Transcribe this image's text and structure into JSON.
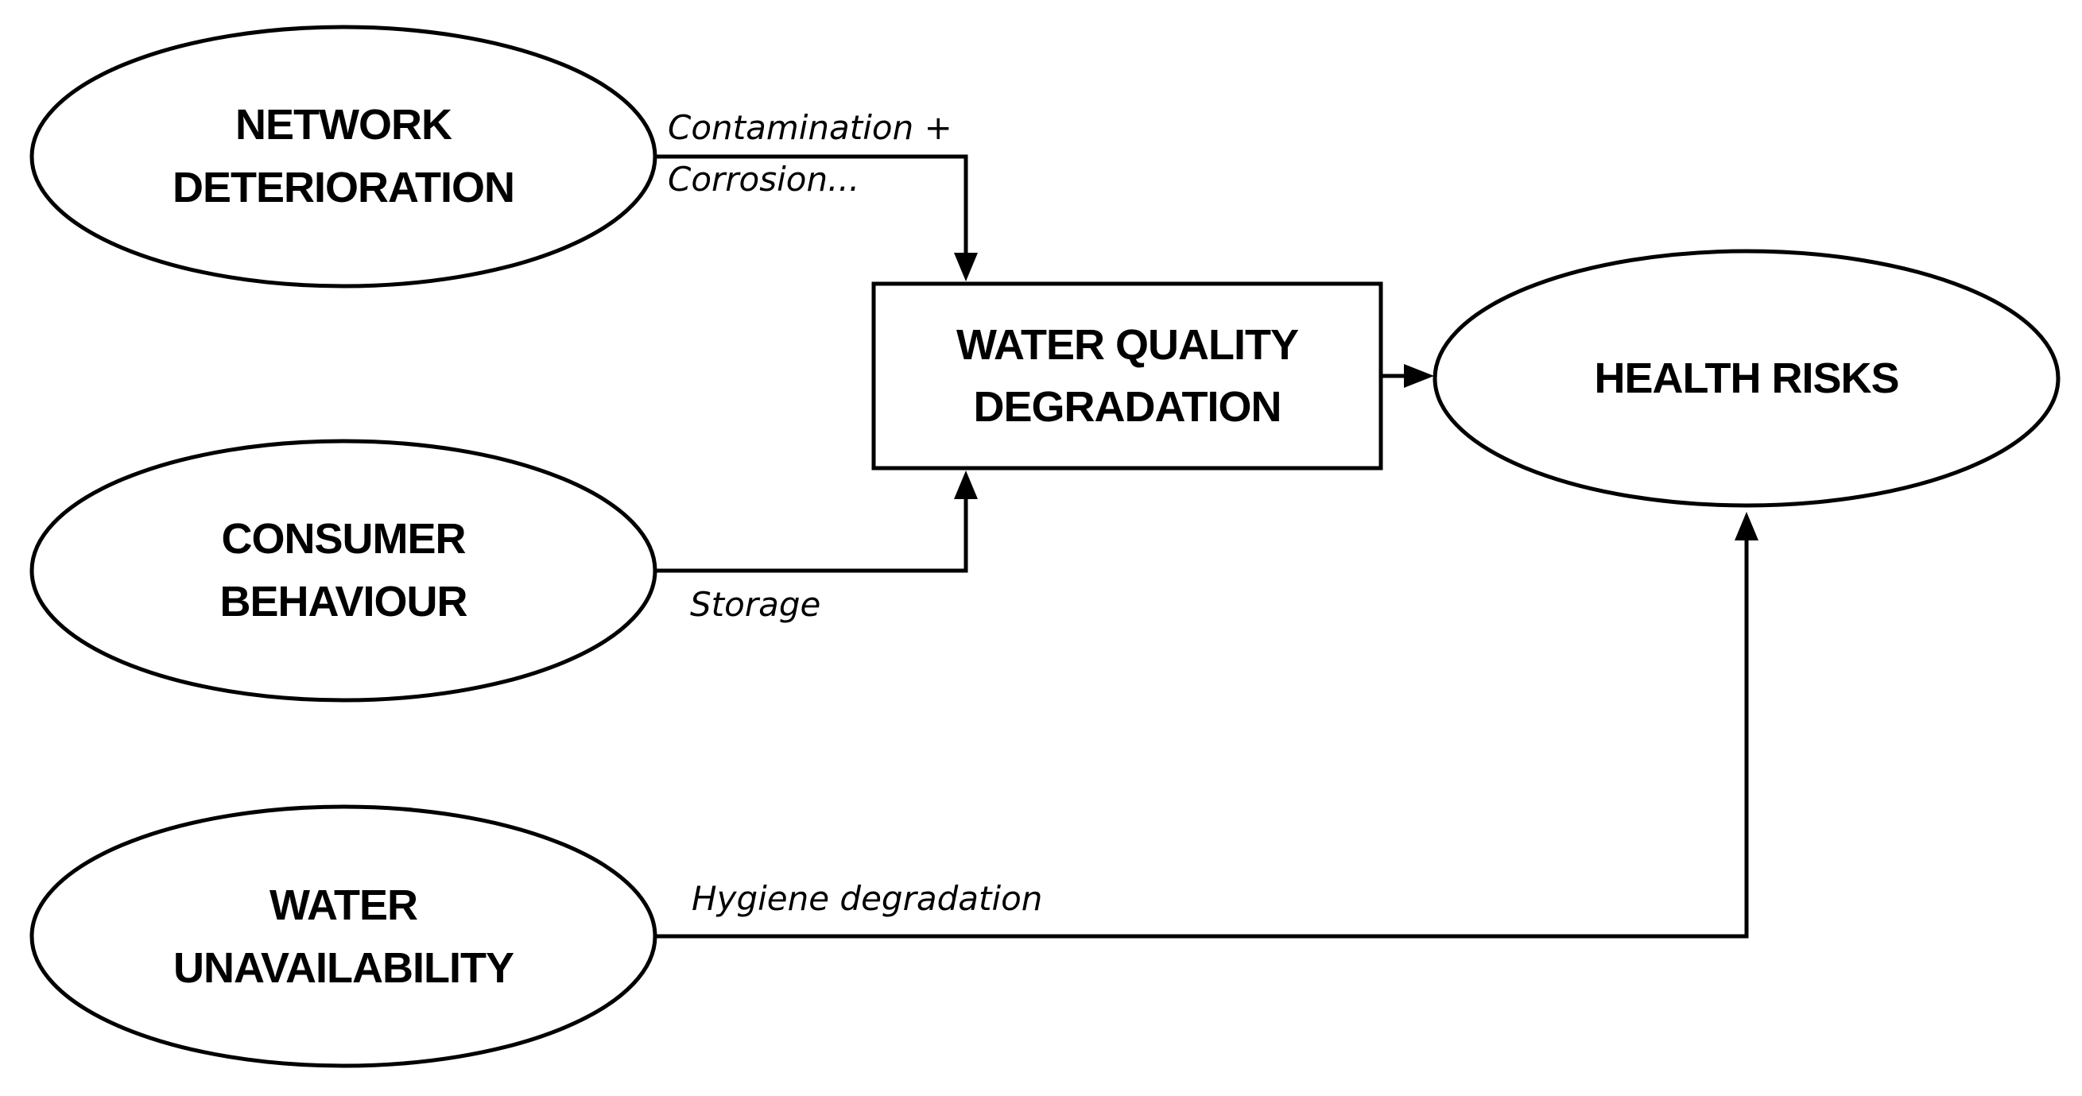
{
  "nodes": {
    "network_deterioration": {
      "line1": "NETWORK",
      "line2": "DETERIORATION"
    },
    "consumer_behaviour": {
      "line1": "CONSUMER",
      "line2": "BEHAVIOUR"
    },
    "water_unavailability": {
      "line1": "WATER",
      "line2": "UNAVAILABILITY"
    },
    "water_quality_degradation": {
      "line1": "WATER QUALITY",
      "line2": "DEGRADATION"
    },
    "health_risks": {
      "line1": "HEALTH RISKS"
    }
  },
  "edges": {
    "network_to_quality": {
      "line1": "Contamination +",
      "line2": "Corrosion..."
    },
    "consumer_to_quality": {
      "label": "Storage"
    },
    "unavailability_to_health": {
      "label": "Hygiene degradation"
    }
  }
}
